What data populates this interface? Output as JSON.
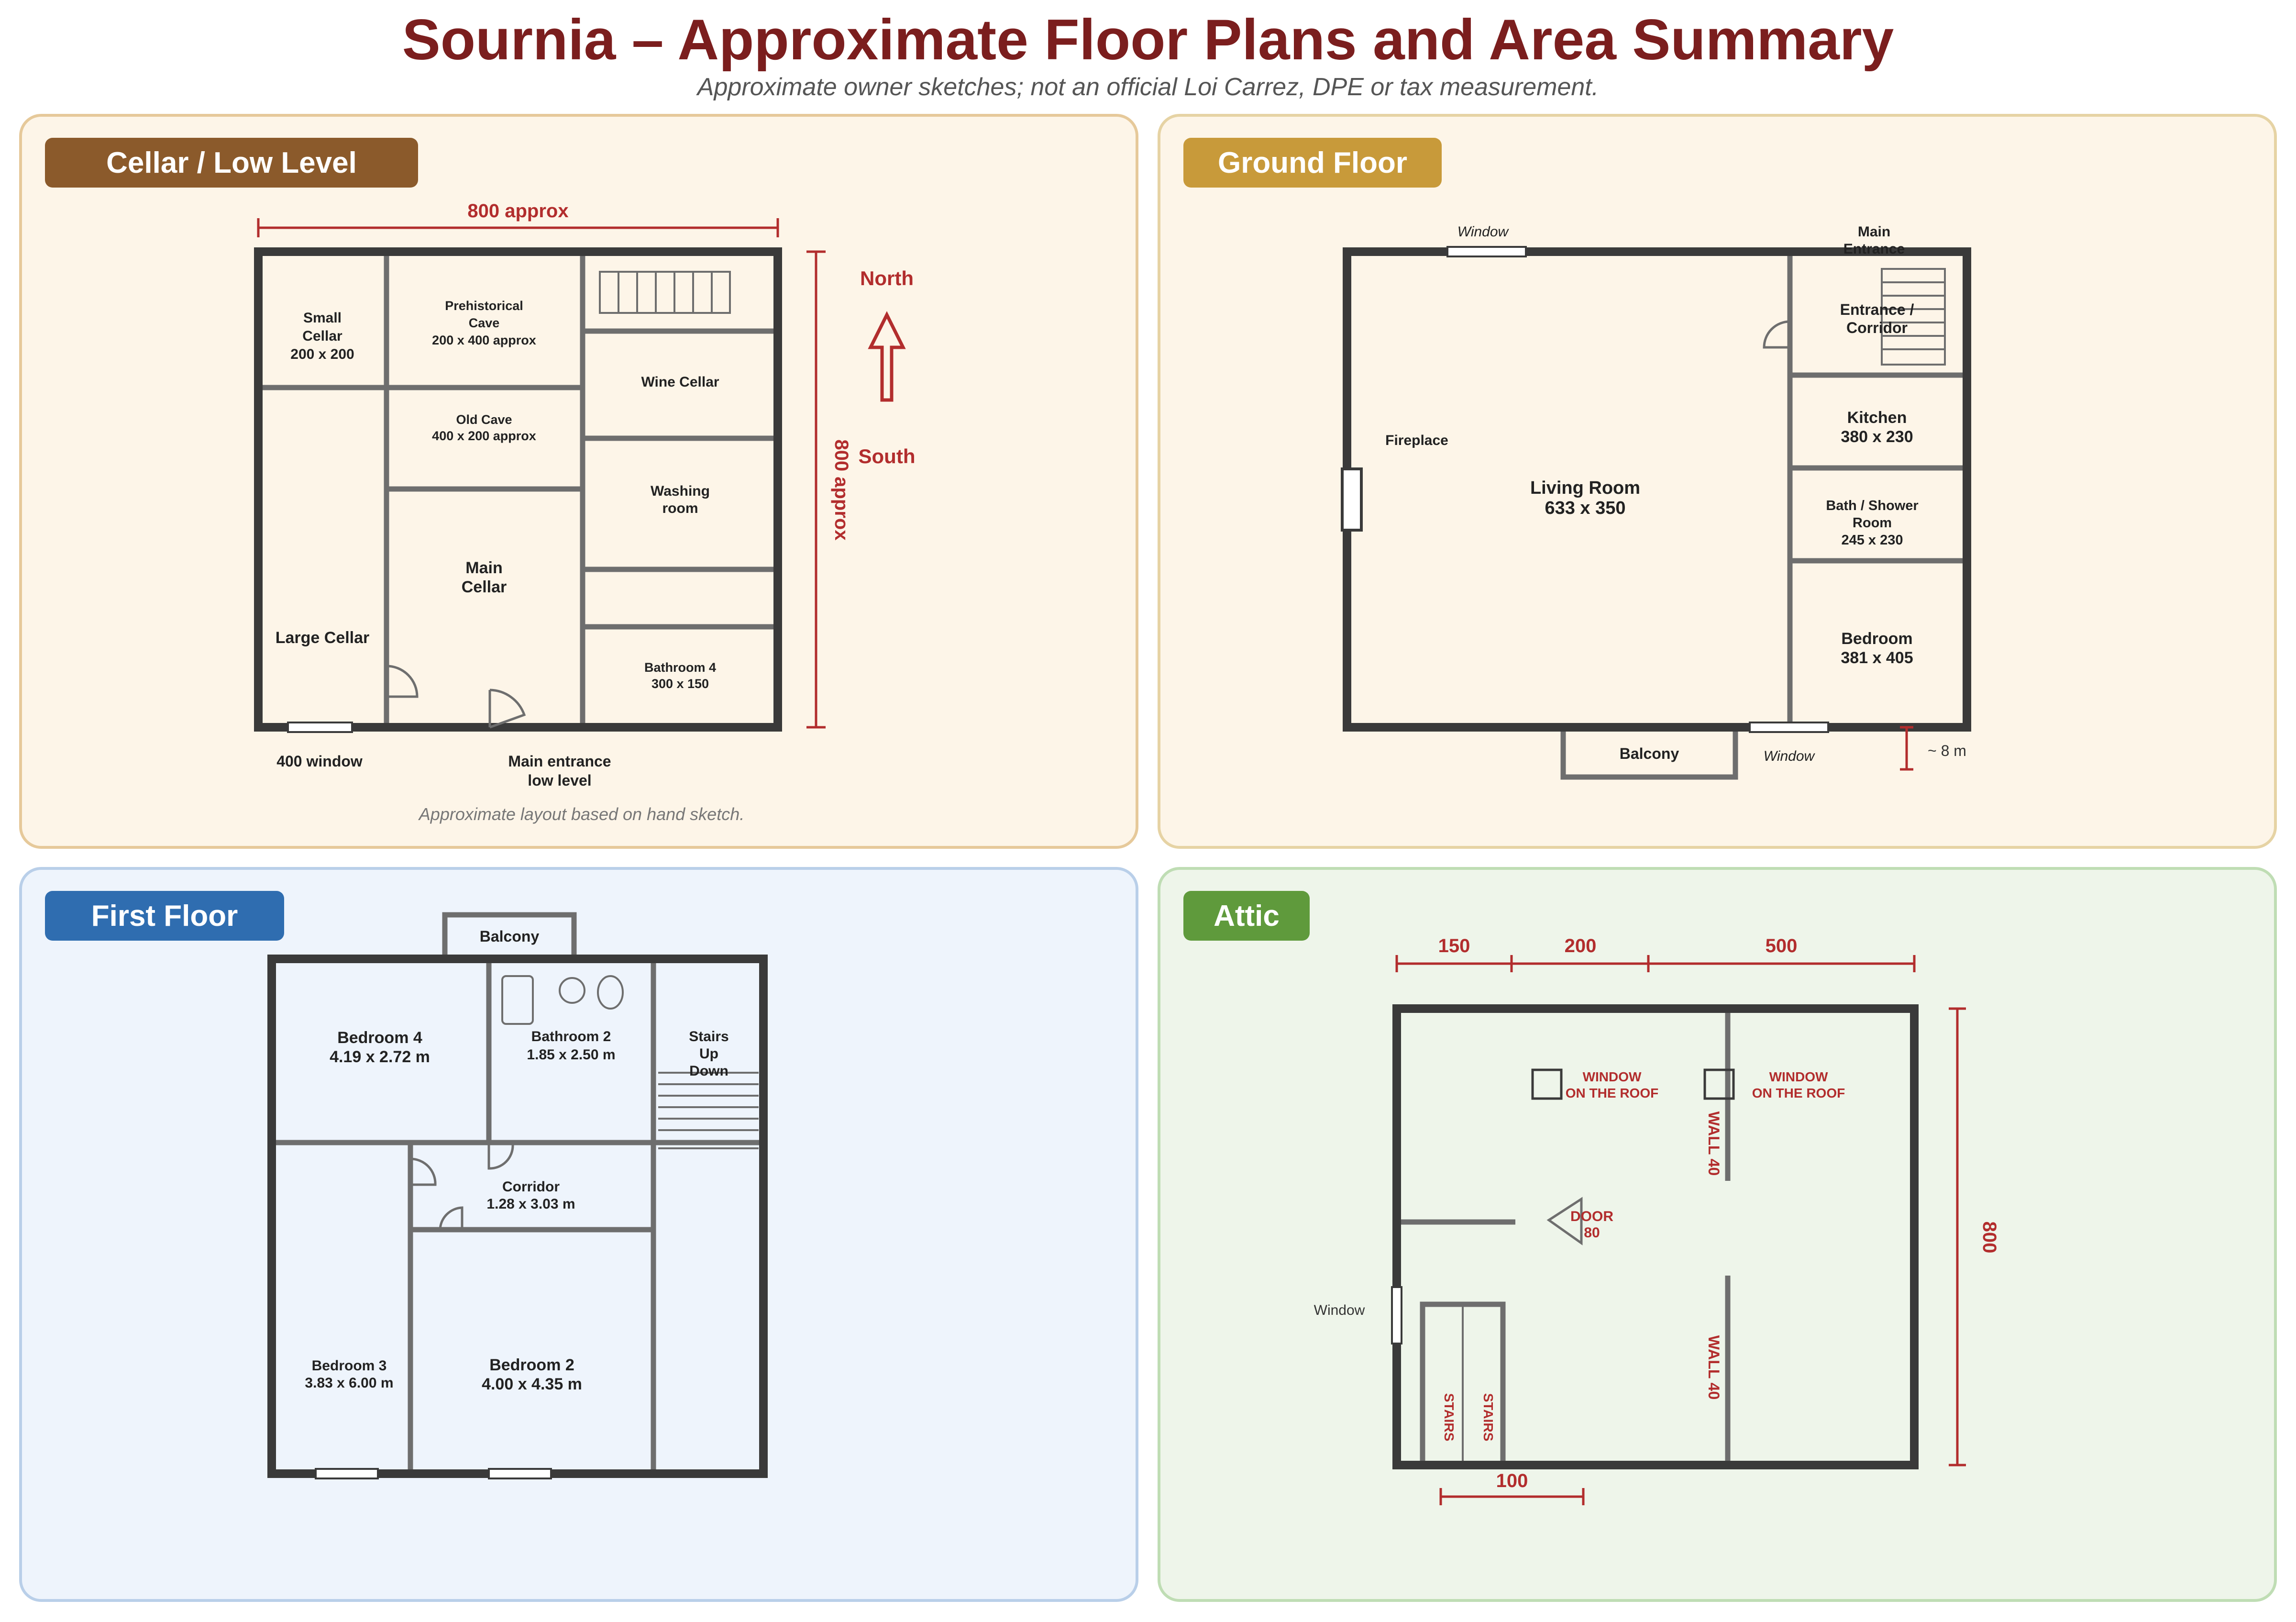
{
  "title": "Sournia – Approximate Floor Plans and Area Summary",
  "subtitle": "Approximate owner sketches; not an official Loi Carrez, DPE or tax measurement.",
  "colors": {
    "wall": "#3a3a3a",
    "partition": "#6e6e6e",
    "dimension": "#b22d2d",
    "cellar_bg": "#fdf5e8",
    "cellar_border": "#e6c99a",
    "cellar_badge": "#8b5a2b",
    "ground_bg": "#fdf5e8",
    "ground_border": "#e6d3a4",
    "ground_badge": "#c89a3a",
    "first_bg": "#eef4fc",
    "first_border": "#b9cfe9",
    "first_badge": "#2f6db0",
    "attic_bg": "#eef5ea",
    "attic_border": "#bfddb4",
    "attic_badge": "#5f9a3c"
  },
  "cellar": {
    "badge": "Cellar / Low Level",
    "dim_top": "800 approx",
    "dim_side": "800 approx",
    "north": "North",
    "south": "South",
    "north_arrow_icon": "north-arrow-icon",
    "rooms": {
      "small_cellar": [
        "Small",
        "Cellar",
        "200 x 200"
      ],
      "prehistorical": [
        "Prehistorical",
        "Cave",
        "200 x 400 approx"
      ],
      "wine": "Wine Cellar",
      "old_cave": [
        "Old Cave",
        "400 x 200 approx"
      ],
      "washing": [
        "Washing",
        "room"
      ],
      "main_cellar": [
        "Main",
        "Cellar"
      ],
      "large_cellar": "Large Cellar",
      "bathroom4": [
        "Bathroom 4",
        "300 x 150"
      ]
    },
    "window_label": "400 window",
    "entrance_label": [
      "Main entrance",
      "low level"
    ],
    "note": "Approximate layout based on hand sketch."
  },
  "ground": {
    "badge": "Ground Floor",
    "window_top": "Window",
    "main_entrance": [
      "Main",
      "Entrance"
    ],
    "entrance_corridor": [
      "Entrance /",
      "Corridor"
    ],
    "fireplace": "Fireplace",
    "living": [
      "Living Room",
      "633 x 350"
    ],
    "kitchen": [
      "Kitchen",
      "380 x 230"
    ],
    "bath": [
      "Bath / Shower",
      "Room",
      "245 x 230"
    ],
    "bedroom": [
      "Bedroom",
      "381 x 405"
    ],
    "balcony": "Balcony",
    "window_bottom": "Window",
    "height_note": "~ 8 m"
  },
  "first": {
    "badge": "First Floor",
    "balcony": "Balcony",
    "bedroom4": [
      "Bedroom 4",
      "4.19 x 2.72 m"
    ],
    "bathroom2": [
      "Bathroom 2",
      "1.85 x 2.50 m"
    ],
    "stairs": [
      "Stairs",
      "Up",
      "Down"
    ],
    "corridor": [
      "Corridor",
      "1.28 x 3.03 m"
    ],
    "bedroom3": [
      "Bedroom 3",
      "3.83 x 6.00 m"
    ],
    "bedroom2": [
      "Bedroom 2",
      "4.00 x 4.35 m"
    ]
  },
  "attic": {
    "badge": "Attic",
    "dims_top": [
      "150",
      "200",
      "500"
    ],
    "dim_right": "800",
    "dim_bottom": "100",
    "roof_window": [
      "WINDOW",
      "ON THE ROOF"
    ],
    "wall40": "WALL 40",
    "door": [
      "DOOR",
      "80"
    ],
    "window": "Window",
    "stairs": "STAIRS"
  }
}
